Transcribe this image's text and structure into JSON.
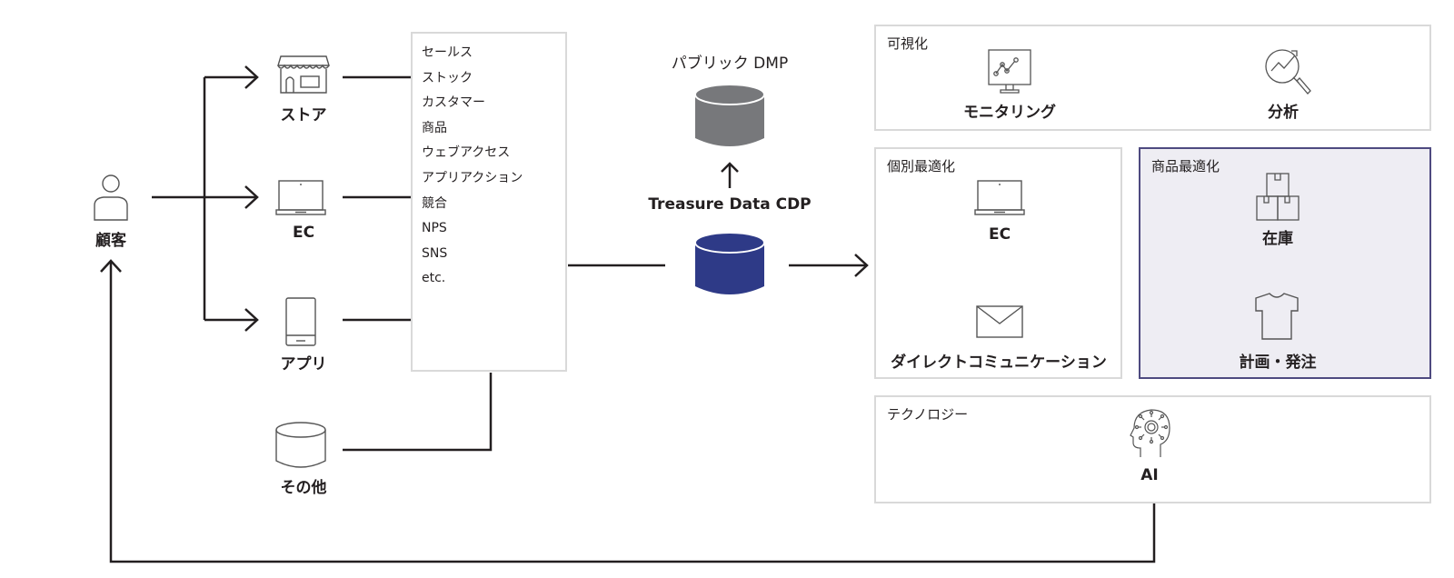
{
  "customer": {
    "label": "顧客",
    "icon": "person-icon"
  },
  "channels": [
    {
      "label": "ストア",
      "icon": "store-icon"
    },
    {
      "label": "EC",
      "icon": "laptop-icon"
    },
    {
      "label": "アプリ",
      "icon": "smartphone-icon"
    },
    {
      "label": "その他",
      "icon": "database-icon"
    }
  ],
  "data_sources": {
    "items": [
      "セールス",
      "ストック",
      "カスタマー",
      "商品",
      "ウェブアクセス",
      "アプリアクション",
      "競合",
      "NPS",
      "SNS",
      "etc."
    ]
  },
  "public_dmp": {
    "label": "パブリック DMP",
    "color": "#77787b"
  },
  "cdp": {
    "label": "Treasure Data CDP",
    "color": "#2e3a87"
  },
  "visualization": {
    "title": "可視化",
    "items": [
      {
        "label": "モニタリング",
        "icon": "monitor-chart-icon"
      },
      {
        "label": "分析",
        "icon": "analysis-magnifier-icon"
      }
    ]
  },
  "personal_optimization": {
    "title": "個別最適化",
    "items": [
      {
        "label": "EC",
        "icon": "laptop-icon"
      },
      {
        "label": "ダイレクトコミュニケーション",
        "icon": "envelope-icon"
      }
    ]
  },
  "product_optimization": {
    "title": "商品最適化",
    "border_color": "#4e4a80",
    "fill_color": "#eeedf3",
    "items": [
      {
        "label": "在庫",
        "icon": "boxes-icon"
      },
      {
        "label": "計画・発注",
        "icon": "tshirt-icon"
      }
    ]
  },
  "technology": {
    "title": "テクノロジー",
    "items": [
      {
        "label": "AI",
        "icon": "ai-head-icon"
      }
    ]
  }
}
